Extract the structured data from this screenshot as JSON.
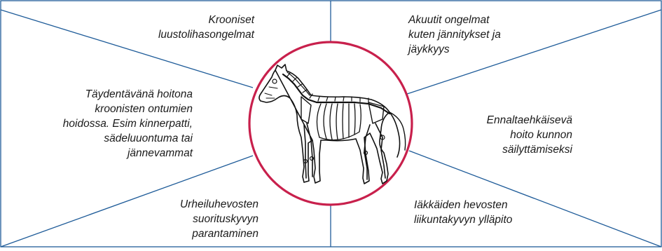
{
  "colors": {
    "frame": "#1f5c99",
    "circle": "#c8204c",
    "text": "#1a1a1a",
    "horse": "#111111"
  },
  "center": {
    "image": "horse-skeleton-illustration"
  },
  "segments": {
    "top_left": {
      "lines": [
        "Krooniset",
        "luustolihasongelmat"
      ]
    },
    "top_right": {
      "lines": [
        "Akuutit ongelmat",
        "kuten jännitykset ja",
        "jäykkyys"
      ]
    },
    "middle_left": {
      "lines": [
        "Täydentävänä hoitona",
        "kroonisten ontumien",
        "hoidossa. Esim kinnerpatti,",
        "sädeluuontuma tai",
        "jännevammat"
      ]
    },
    "middle_right": {
      "lines": [
        "Ennaltaehkäisevä",
        "hoito kunnon",
        "säilyttämiseksi"
      ]
    },
    "bottom_left": {
      "lines": [
        "Urheiluhevosten",
        "suorituskyvyn",
        "parantaminen"
      ]
    },
    "bottom_right": {
      "lines": [
        "Iäkkäiden hevosten",
        "liikuntakyvyn ylläpito"
      ]
    }
  }
}
